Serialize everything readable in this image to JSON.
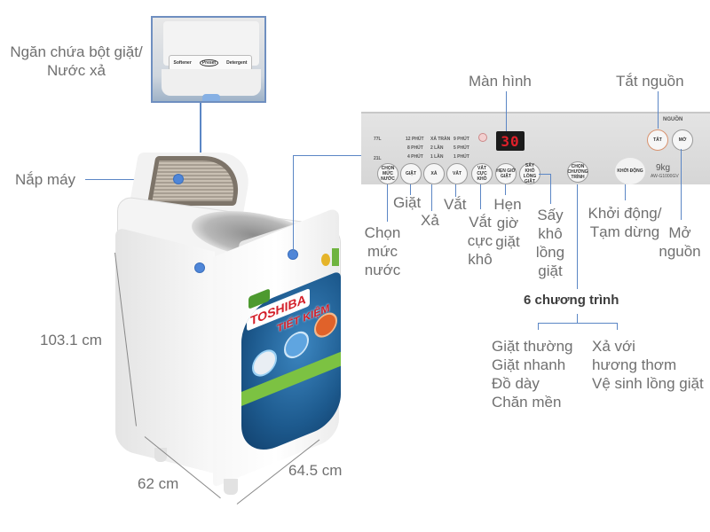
{
  "labels": {
    "detergent_compartment": [
      "Ngăn chứa bột giặt/",
      "Nước xả"
    ],
    "lid": "Nắp máy",
    "display": "Màn hình",
    "power_off": "Tắt nguồn",
    "water_level": [
      "Chọn",
      "mức",
      "nước"
    ],
    "wash": "Giặt",
    "rinse": "Xả",
    "spin": "Vắt",
    "extra_spin": [
      "Vắt",
      "cực",
      "khô"
    ],
    "timer": [
      "Hẹn",
      "giờ",
      "giặt"
    ],
    "tub_dry": [
      "Sấy",
      "khô",
      "lồng",
      "giặt"
    ],
    "start_pause": [
      "Khởi động/",
      "Tạm dừng"
    ],
    "power_on": [
      "Mở",
      "nguồn"
    ]
  },
  "programs": {
    "title": "6 chương trình",
    "left": [
      "Giặt thường",
      "Giặt nhanh",
      "Đồ dày",
      "Chăn mền"
    ],
    "right": [
      "Xả với",
      "hương thơm",
      "Vệ sinh lồng giặt"
    ]
  },
  "dimensions": {
    "height": "103.1 cm",
    "depth": "62 cm",
    "width": "64.5 cm"
  },
  "detergent_inset": {
    "softener": "Softener",
    "preset": "Preset",
    "detergent": "Detergent"
  },
  "panel": {
    "display_value": "30",
    "water_levels": [
      "77L",
      "21L"
    ],
    "buttons": {
      "water": "CHỌN MỨC NƯỚC",
      "wash": "GIẶT",
      "rinse": "XẢ",
      "spin": "VẮT",
      "extra_spin": "VẮT CỰC KHÔ",
      "timer": "HẸN GIỜ GIẶT",
      "tub_dry": "SẤY KHÔ LỒNG GIẶT",
      "program": "CHỌN CHƯƠNG TRÌNH",
      "start": "KHỞI ĐỘNG",
      "off": "TẮT",
      "on": "MỞ"
    },
    "wash_times": [
      "12 PHÚT",
      "8 PHÚT",
      "4 PHÚT"
    ],
    "rinse_times": [
      "XẢ TRÀN",
      "2 LẦN",
      "1 LẦN"
    ],
    "spin_times": [
      "9 PHÚT",
      "5 PHÚT",
      "1 PHÚT"
    ],
    "power_title": "NGUỒN",
    "capacity": "9kg",
    "model": "AW-G1000GV"
  },
  "brand": {
    "name": "TOSHIBA",
    "slogan": "TIẾT KIỆM"
  },
  "colors": {
    "line": "#5b86c5",
    "dot": "#4f86d8",
    "display_digits": "#e0202a",
    "brand_red": "#d4202a",
    "sticker_blue": "#1d5a8e"
  }
}
